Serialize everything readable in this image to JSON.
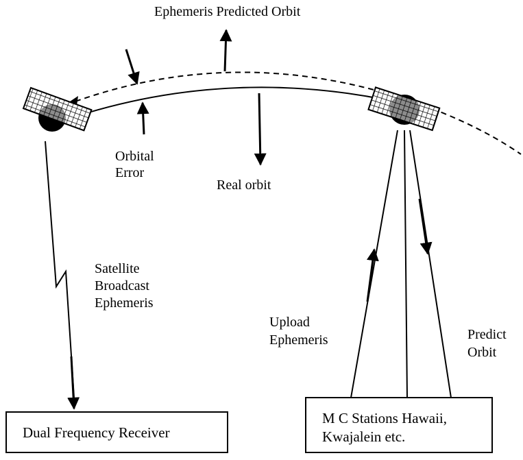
{
  "labels": {
    "ephemeris_predicted_orbit": "Ephemeris Predicted Orbit",
    "orbital_error_line1": "Orbital",
    "orbital_error_line2": "Error",
    "real_orbit": "Real orbit",
    "satellite_broadcast_line1": "Satellite",
    "satellite_broadcast_line2": "Broadcast",
    "satellite_broadcast_line3": "Ephemeris",
    "upload_ephemeris_line1": "Upload",
    "upload_ephemeris_line2": "Ephemeris",
    "predict_orbit_line1": "Predict",
    "predict_orbit_line2": "Orbit"
  },
  "boxes": {
    "receiver": "Dual Frequency Receiver",
    "stations_line1": "M C Stations Hawaii,",
    "stations_line2": "Kwajalein etc."
  },
  "icons": {
    "satellite_left": "satellite-icon",
    "satellite_right": "satellite-icon"
  },
  "colors": {
    "ink": "#000000",
    "background": "#ffffff"
  }
}
